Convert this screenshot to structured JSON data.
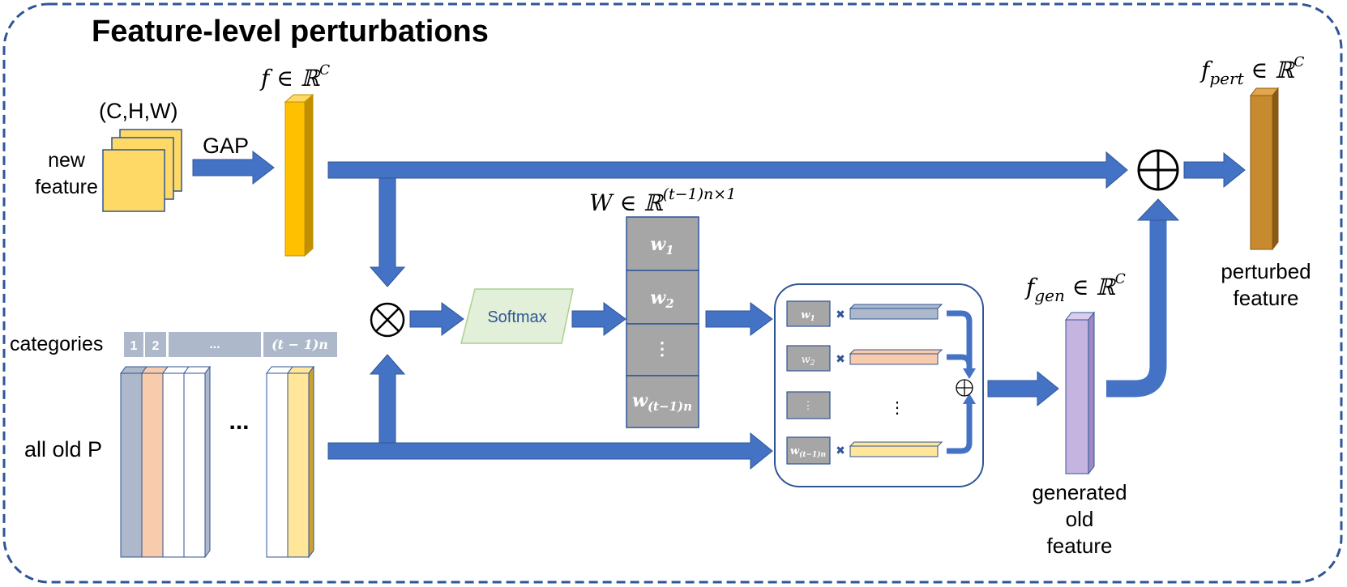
{
  "title": "Feature-level perturbations",
  "labels": {
    "chw": "(C,H,W)",
    "new_feature_line1": "new",
    "new_feature_line2": "feature",
    "gap": "GAP",
    "f_in_rc": "f ∈ ℝ",
    "f_in_rc_sup": "C",
    "w_matrix": "W ∈ ℝ",
    "w_matrix_sup": "(t−1)n×1",
    "softmax": "Softmax",
    "categories": "categories",
    "all_old_p": "all old P",
    "ellipsis": "...",
    "cat_cells": [
      "1",
      "2",
      "...",
      "(t − 1)n"
    ],
    "w_cells": [
      "w1",
      "w2",
      "⋮",
      "w(t−1)n"
    ],
    "mini_w": [
      "w1",
      "w2",
      "⋮",
      "w(t−1)n"
    ],
    "mini_vdots": "⋮",
    "f_gen": "f",
    "f_gen_sub": "gen",
    "f_gen_rest": " ∈ ℝ",
    "f_gen_sup": "C",
    "generated_line1": "generated",
    "generated_line2": "old",
    "generated_line3": "feature",
    "f_pert": "f",
    "f_pert_sub": "pert",
    "f_pert_rest": " ∈ ℝ",
    "f_pert_sup": "C",
    "perturbed_line1": "perturbed",
    "perturbed_line2": "feature"
  },
  "colors": {
    "arrow": "#4472C4",
    "border": "#2F5597",
    "yellow": "#FFC000",
    "light_yellow": "#FFD966",
    "gray_cell": "#ADB9CA",
    "gray_w": "#A6A6A6",
    "peach": "#F8CBAD",
    "pale_yellow": "#FFE699",
    "softmax_fill": "#E2F0D9",
    "softmax_border": "#A9D18E",
    "lavender": "#C5B3E0",
    "orange": "#C88A2E"
  }
}
